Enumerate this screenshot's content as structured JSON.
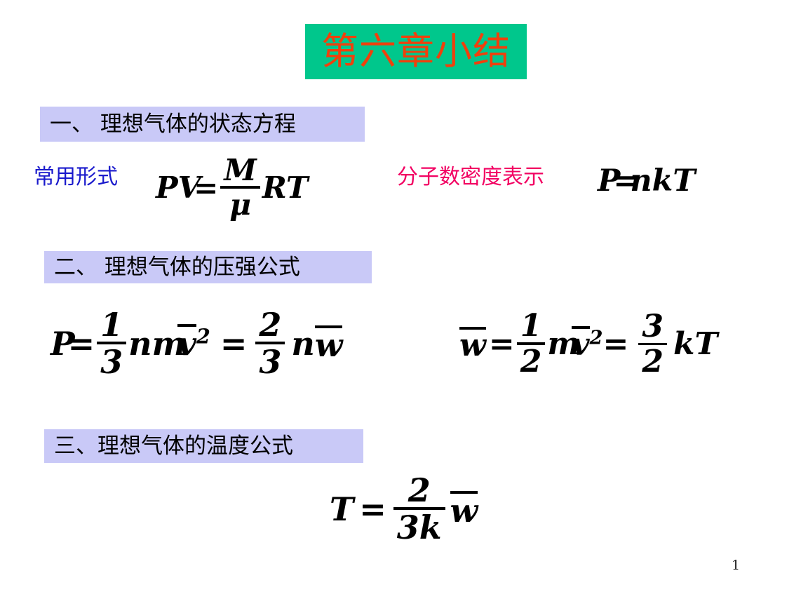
{
  "slide": {
    "title": "第六章小结",
    "title_bg_color": "#00C78C",
    "title_text_color": "#F0400C",
    "chip_bg_color": "#C9C9F7",
    "page_number": "1"
  },
  "sections": [
    {
      "id": "state-equation",
      "label": "一、  理想气体的状态方程"
    },
    {
      "id": "pressure-formula",
      "label": "二、  理想气体的压强公式"
    },
    {
      "id": "temperature-formula",
      "label": "三、理想气体的温度公式"
    }
  ],
  "state_equation": {
    "common_form_label": "常用形式",
    "common_form_label_color": "#1A1ACC",
    "number_density_label": "分子数密度表示",
    "number_density_label_color": "#F20062",
    "common_formula": {
      "lhs": "PV",
      "equals": "=",
      "fraction_numerator": "M",
      "fraction_denominator": "μ",
      "rhs_tail": "RT",
      "plain": "PV = (M/μ)RT"
    },
    "density_formula": {
      "lhs": "P",
      "equals": "=",
      "rhs": "nkT",
      "plain": "P = nkT"
    }
  },
  "pressure_formula": {
    "first": {
      "lhs": "P",
      "equals": "=",
      "fraction_numerator": "1",
      "fraction_denominator": "3",
      "factor": "nm",
      "var_overbar": "v",
      "exponent": "2",
      "plain": "P = (1/3) n m v̄²"
    },
    "second": {
      "equals": "=",
      "fraction_numerator": "2",
      "fraction_denominator": "3",
      "factor": "n",
      "var_overbar": "w",
      "plain": "= (2/3) n w̄"
    }
  },
  "mean_energy_formula": {
    "lhs_overbar": "w",
    "equals_1": "=",
    "fraction_1_numerator": "1",
    "fraction_1_denominator": "2",
    "factor": "m",
    "var_overbar": "v",
    "exponent": "2",
    "equals_2": "=",
    "fraction_2_numerator": "3",
    "fraction_2_denominator": "2",
    "rhs_tail": "kT",
    "plain": "w̄ = (1/2) m v̄² = (3/2) kT"
  },
  "temperature_formula": {
    "lhs": "T",
    "equals": "=",
    "fraction_numerator": "2",
    "fraction_denominator": "3k",
    "var_overbar": "w",
    "plain": "T = (2/3k) w̄"
  }
}
